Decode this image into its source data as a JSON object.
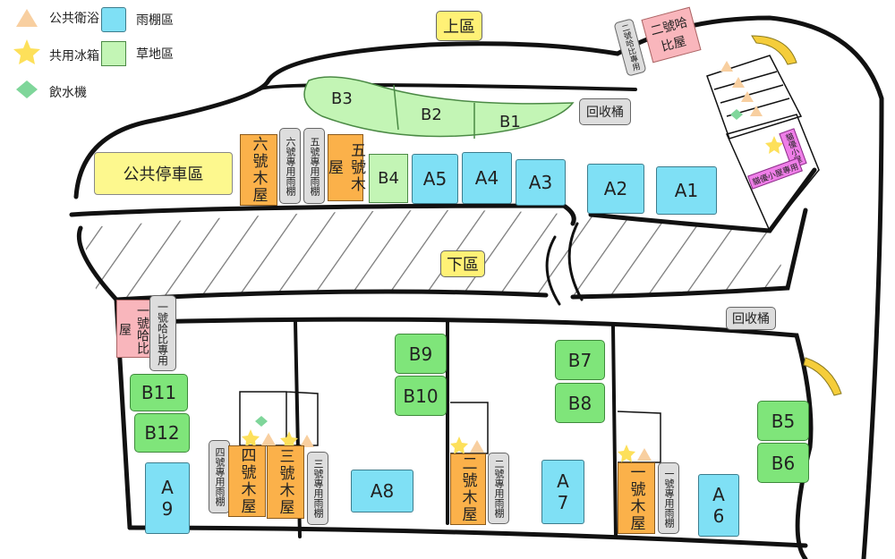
{
  "legend": {
    "restroom": "公共衛浴",
    "fridge": "共用冰箱",
    "water": "飲水機",
    "canopy": "雨棚區",
    "grass": "草地區"
  },
  "zones": {
    "upper": "上區",
    "lower": "下區",
    "parking": "公共停車區"
  },
  "upper": {
    "recycle": "回收桶",
    "b3": "B3",
    "b2": "B2",
    "b1": "B1",
    "b4": "B4",
    "a5": "A5",
    "a4": "A4",
    "a3": "A3",
    "a2": "A2",
    "a1": "A1",
    "cabin6": "六號木屋",
    "canopy6": "六號專用雨棚",
    "canopy5": "五號專用雨棚",
    "cabin5": "五號木屋",
    "hobbit2": "二號哈比屋",
    "hobbit2_canopy": "二號哈比專用",
    "pet_house": "貓優小屋",
    "pet_canopy": "貓優小屋專用"
  },
  "lower": {
    "recycle": "回收桶",
    "hobbit1": "一號哈比屋",
    "hobbit1_canopy": "一號哈比專用",
    "b11": "B11",
    "b12": "B12",
    "a9": "A9",
    "canopy4": "四號專用雨棚",
    "cabin4": "四號木屋",
    "cabin3": "三號木屋",
    "canopy3": "三號專用雨棚",
    "a8": "A8",
    "b9": "B9",
    "b10": "B10",
    "cabin2": "二號木屋",
    "canopy2": "二號專用雨棚",
    "a7": "A7",
    "b7": "B7",
    "b8": "B8",
    "cabin1": "一號木屋",
    "canopy1": "一號專用雨棚",
    "a6": "A6",
    "b5": "B5",
    "b6": "B6"
  },
  "colors": {
    "canopy": "#7fe0f5",
    "grass": "#7fe57a",
    "cabin": "#fbb14a",
    "hobbit": "#f9b6bc",
    "zone": "#fff176"
  }
}
